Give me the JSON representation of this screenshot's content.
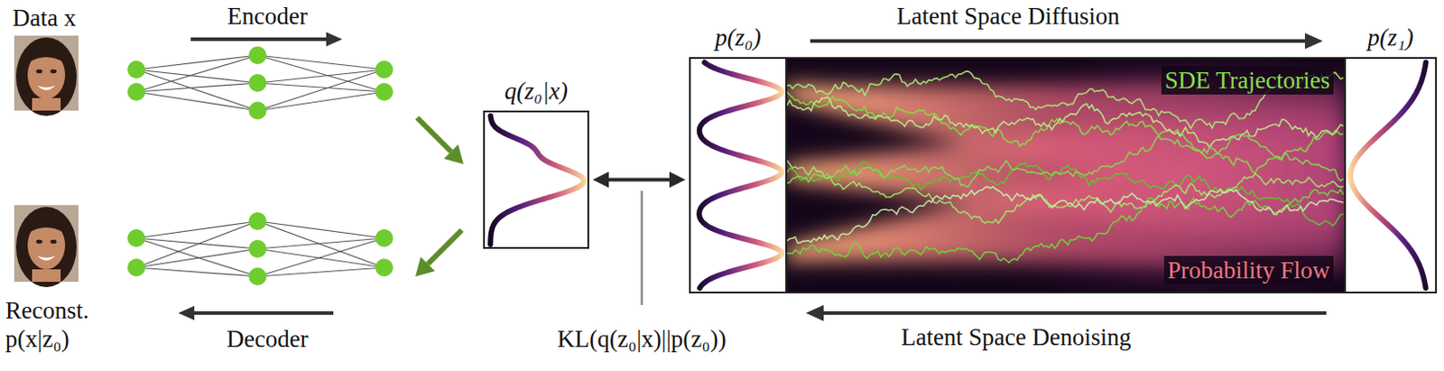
{
  "diagram": {
    "nodes": [
      {
        "text": [
          "q(z₀|x)"
        ]
      },
      {
        "text": [
          "p(z₀)"
        ]
      },
      {
        "text": [
          "SDE Trajectories",
          "Probability Flow"
        ]
      },
      {
        "text": [
          "p(z₁)"
        ]
      }
    ],
    "edges": [
      {
        "from": 0,
        "to": 1,
        "arrow": "both"
      }
    ],
    "labels": [
      "Data x",
      "Encoder",
      "Reconst. p(x|z₀)",
      "Decoder",
      "KL(q(z₀|x)||p(z₀))",
      "Latent Space Diffusion",
      "Latent Space Denoising"
    ]
  }
}
